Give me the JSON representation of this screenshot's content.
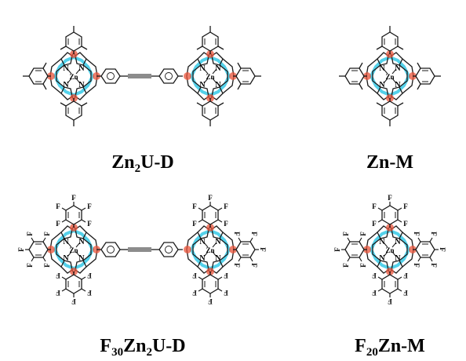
{
  "labels": {
    "zn2ud": {
      "main": "Zn",
      "sub": "2",
      "rest": "U-D"
    },
    "znm": {
      "main": "Zn-M"
    },
    "f30zn2ud": {
      "a": "F",
      "s1": "30",
      "b": "Zn",
      "s2": "2",
      "c": "U-D"
    },
    "f20znm": {
      "a": "F",
      "s1": "20",
      "b": "Zn-M"
    }
  },
  "atoms": {
    "zn": "Zn",
    "n": "N",
    "f": "F"
  },
  "colors": {
    "bond": "#1a1a1a",
    "red_highlight": "#e8533a",
    "cyan_highlight": "#36c9e6",
    "background": "#ffffff"
  }
}
